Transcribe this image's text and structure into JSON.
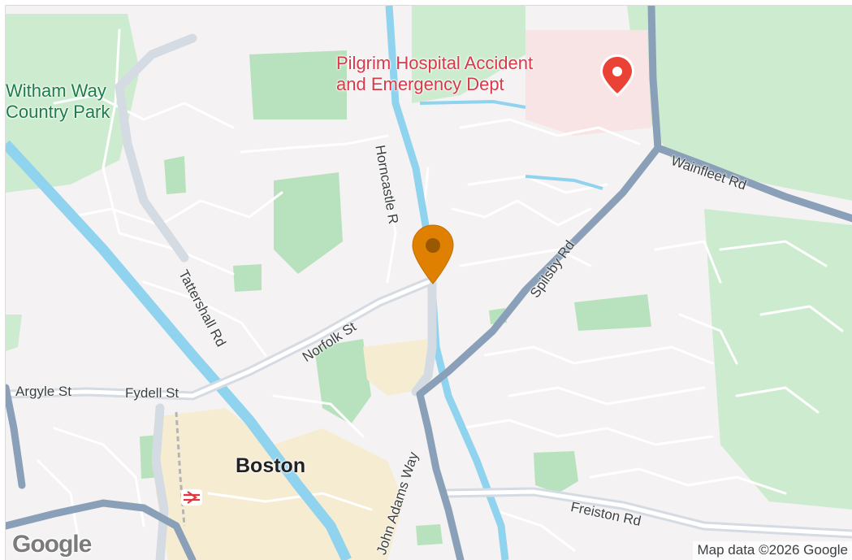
{
  "map": {
    "places": {
      "park": "Witham Way\nCountry Park",
      "hospital": "Pilgrim Hospital Accident\nand Emergency Dept",
      "city": "Boston"
    },
    "roads": {
      "horncastle": "Horncastle R",
      "wainfleet": "Wainfleet Rd",
      "spilsby": "Spilsby Rd",
      "norfolk": "Norfolk St",
      "tattershall": "Tattershall Rd",
      "argyle": "Argyle St",
      "fydell": "Fydell St",
      "john_adams": "John Adams Way",
      "freiston": "Freiston Rd"
    },
    "logo": "Google",
    "attribution": "Map data ©2026 Google",
    "marker_color": "#e08000",
    "poi_color": "#ea4335",
    "park_color": "#cdeccf",
    "water_color": "#8fd3ef",
    "major_road_color": "#8aa0b8"
  }
}
